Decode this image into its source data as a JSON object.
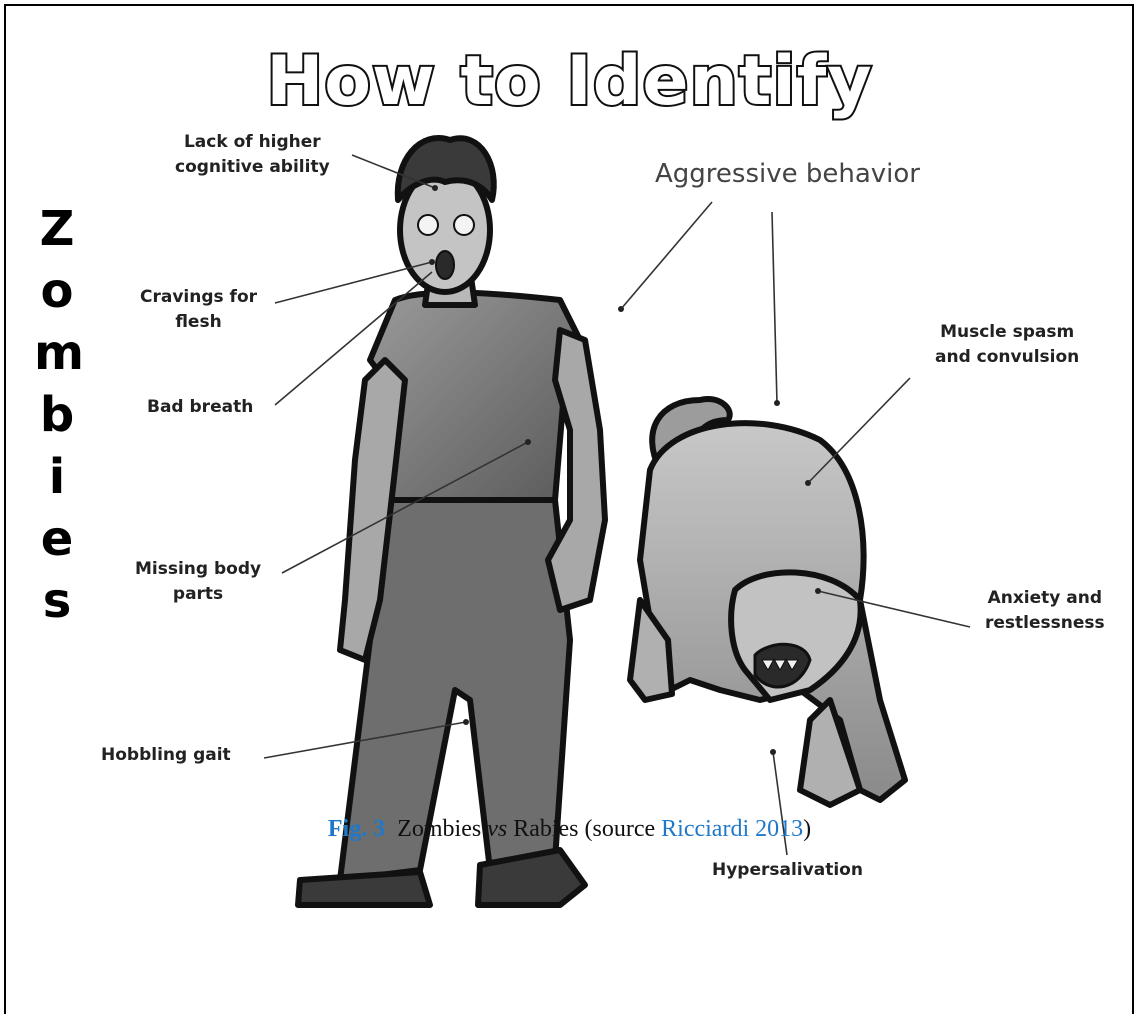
{
  "title": "How to Identify",
  "side_title_letters": [
    "Z",
    "o",
    "m",
    "b",
    "i",
    "e",
    "s"
  ],
  "labels": {
    "cognitive": [
      "Lack of higher",
      "cognitive ability"
    ],
    "aggressive": "Aggressive behavior",
    "cravings": [
      "Cravings for",
      "flesh"
    ],
    "muscle": [
      "Muscle spasm",
      "and convulsion"
    ],
    "breath": "Bad breath",
    "missing": [
      "Missing body",
      "parts"
    ],
    "anxiety": [
      "Anxiety and",
      "restlessness"
    ],
    "hobbling": "Hobbling gait",
    "hypersalivation": "Hypersalivation"
  },
  "caption": {
    "figure": "Fig. 3",
    "text_a": "Zombies ",
    "vs": "vs",
    "text_b": " Rabies (source ",
    "citation": "Ricciardi 2013",
    "text_c": ")"
  }
}
